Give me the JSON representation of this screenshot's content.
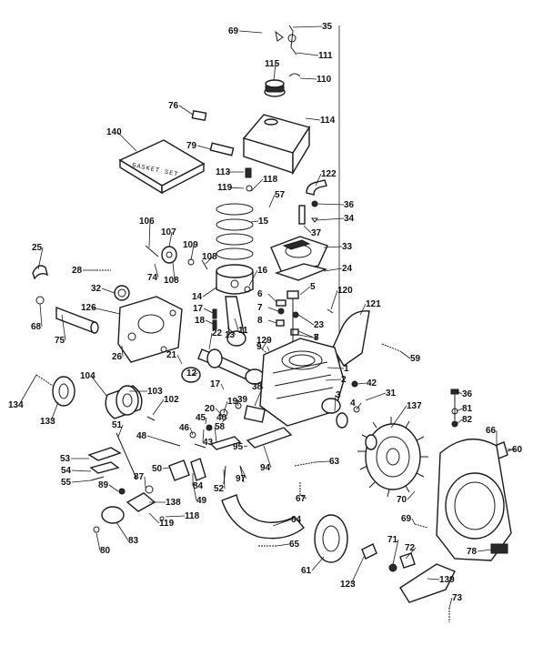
{
  "gasket_set_label": "GASKET SET",
  "callouts": [
    "69",
    "35",
    "111",
    "115",
    "110",
    "76",
    "114",
    "140",
    "79",
    "122",
    "113",
    "119",
    "118",
    "57",
    "36",
    "15",
    "34",
    "37",
    "106",
    "107",
    "109",
    "108",
    "33",
    "25",
    "28",
    "74",
    "108",
    "16",
    "32",
    "24",
    "14",
    "5",
    "120",
    "121",
    "6",
    "126",
    "7",
    "68",
    "75",
    "23",
    "17",
    "18",
    "8",
    "13",
    "11",
    "7",
    "22",
    "129",
    "8",
    "9",
    "26",
    "59",
    "21",
    "12",
    "1",
    "42",
    "2",
    "104",
    "17",
    "103",
    "19",
    "39",
    "38",
    "31",
    "3",
    "4",
    "134",
    "133",
    "102",
    "20",
    "40",
    "45",
    "137",
    "36",
    "81",
    "82",
    "48",
    "51",
    "46",
    "43",
    "66",
    "60",
    "53",
    "54",
    "58",
    "95",
    "94",
    "63",
    "50",
    "55",
    "97",
    "52",
    "89",
    "87",
    "84",
    "49",
    "138",
    "67",
    "70",
    "64",
    "119",
    "118",
    "69",
    "80",
    "83",
    "65",
    "71",
    "72",
    "78",
    "61",
    "123",
    "139",
    "73"
  ]
}
